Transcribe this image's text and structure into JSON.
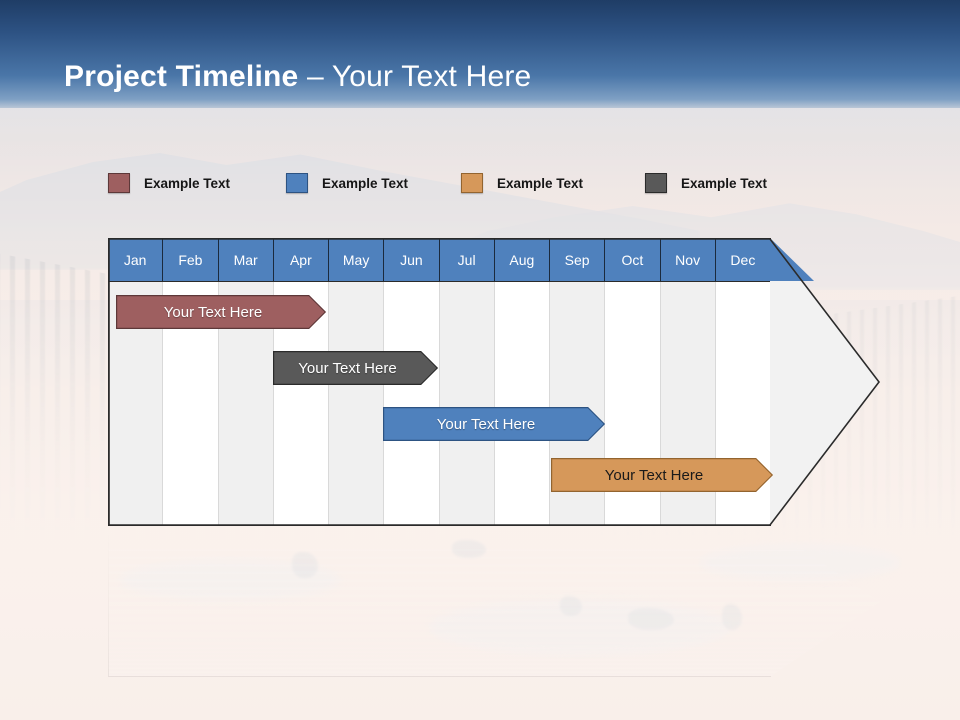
{
  "header": {
    "title_strong": "Project Timeline",
    "title_light": "– Your Text Here",
    "background_top": "#1f3d66",
    "background_bottom": "#b9c6d6"
  },
  "legend": {
    "items": [
      {
        "label": "Example Text",
        "color": "#9e5f60",
        "border": "#5d3839"
      },
      {
        "label": "Example Text",
        "color": "#4f81bd",
        "border": "#2d5382"
      },
      {
        "label": "Example Text",
        "color": "#d6985a",
        "border": "#93642f"
      },
      {
        "label": "Example Text",
        "color": "#595959",
        "border": "#2b2b2b"
      }
    ]
  },
  "chart_data": {
    "type": "bar",
    "title": "Project Timeline – Your Text Here",
    "xlabel": "",
    "ylabel": "",
    "orientation": "horizontal",
    "grid": true,
    "legend_position": "top",
    "categories": [
      "Jan",
      "Feb",
      "Mar",
      "Apr",
      "May",
      "Jun",
      "Jul",
      "Aug",
      "Sep",
      "Oct",
      "Nov",
      "Dec"
    ],
    "series": [
      {
        "name": "Example Text",
        "label": "Your  Text Here",
        "color": "#9e5f60",
        "border": "#5d3839",
        "text_color": "light",
        "row": 1,
        "start_month": "Jan",
        "end_month": "Apr",
        "start_index": 0,
        "end_index": 4
      },
      {
        "name": "Example Text",
        "label": "Your  Text Here",
        "color": "#595959",
        "border": "#2b2b2b",
        "text_color": "light",
        "row": 2,
        "start_month": "Apr",
        "end_month": "Jul",
        "start_index": 3,
        "end_index": 6.9
      },
      {
        "name": "Example Text",
        "label": "Your  Text Here",
        "color": "#4f81bd",
        "border": "#2d5382",
        "text_color": "light",
        "row": 3,
        "start_month": "Jun",
        "end_month": "Sep",
        "start_index": 5,
        "end_index": 8.9
      },
      {
        "name": "Example Text",
        "label": "Your  Text Here",
        "color": "#d6985a",
        "border": "#93642f",
        "text_color": "dark",
        "row": 4,
        "start_month": "Sep",
        "end_month": "Dec",
        "start_index": 8,
        "end_index": 11.9
      }
    ]
  },
  "colors": {
    "month_header": "#4f81bd",
    "month_text": "#ffffff",
    "stripe_odd": "#f0f0f0",
    "stripe_even": "#ffffff",
    "arrow_fill": "#f2f2f2",
    "frame": "#2b2b2b"
  }
}
